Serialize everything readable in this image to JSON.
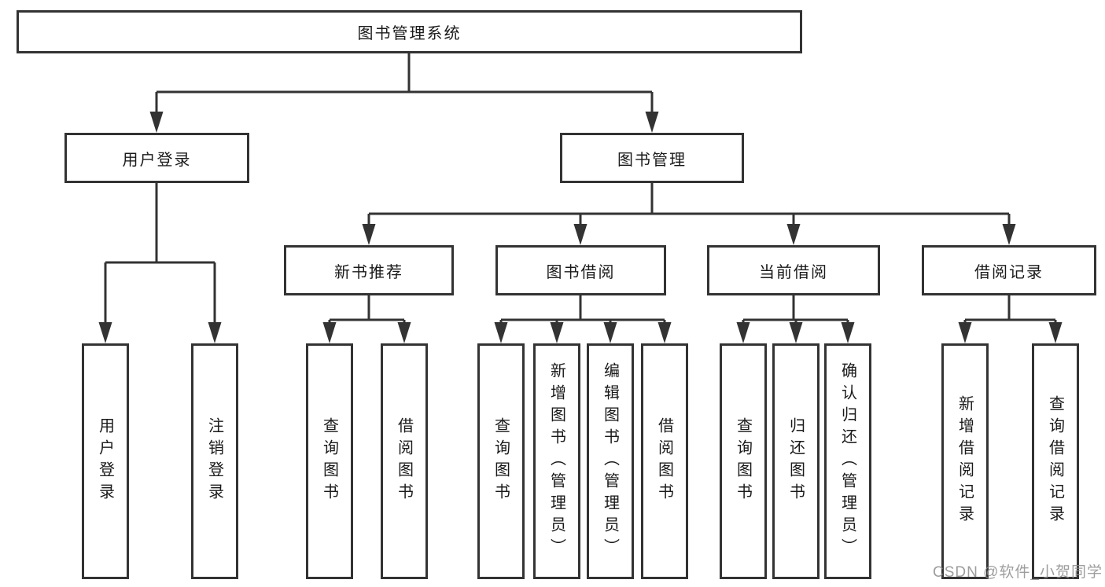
{
  "tree": {
    "root": {
      "label": "图书管理系统",
      "children": [
        {
          "label": "用户登录",
          "children": [
            {
              "label": "用户登录"
            },
            {
              "label": "注销登录"
            }
          ]
        },
        {
          "label": "图书管理",
          "children": [
            {
              "label": "新书推荐",
              "children": [
                {
                  "label": "查询图书"
                },
                {
                  "label": "借阅图书"
                }
              ]
            },
            {
              "label": "图书借阅",
              "children": [
                {
                  "label": "查询图书"
                },
                {
                  "label": "新增图书（管理员）"
                },
                {
                  "label": "编辑图书（管理员）"
                },
                {
                  "label": "借阅图书"
                }
              ]
            },
            {
              "label": "当前借阅",
              "children": [
                {
                  "label": "查询图书"
                },
                {
                  "label": "归还图书"
                },
                {
                  "label": "确认归还（管理员）"
                }
              ]
            },
            {
              "label": "借阅记录",
              "children": [
                {
                  "label": "新增借阅记录"
                },
                {
                  "label": "查询借阅记录"
                }
              ]
            }
          ]
        }
      ]
    }
  },
  "watermark": "CSDN @软件_小贺同学",
  "colors": {
    "line": "#333333",
    "text": "#1a1a1a",
    "watermark": "#8c8c8c",
    "background": "#ffffff"
  }
}
